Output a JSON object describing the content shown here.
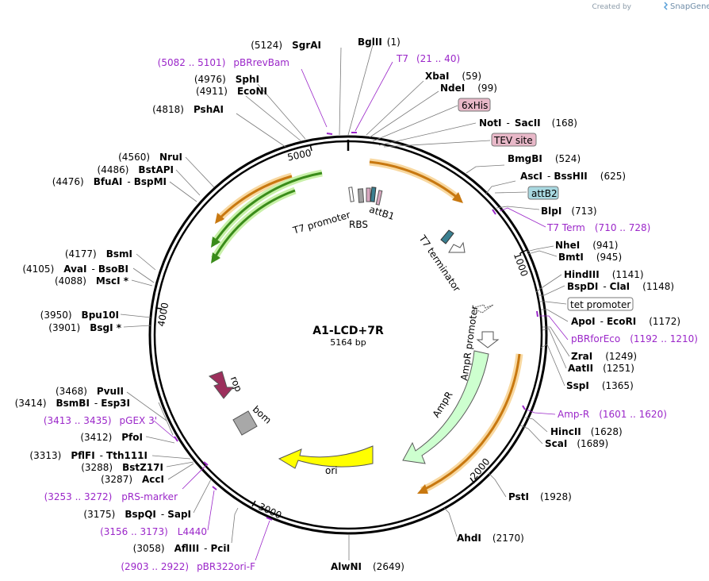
{
  "title": "A1-LCD+7R",
  "subtitle": "5164 bp",
  "brand": {
    "created_by": "Created by",
    "name": "SnapGene"
  },
  "colors": {
    "primer": "#9b27c9",
    "rop": "#9c2f5c",
    "ori": "#ffff00",
    "ampr": "#cdffcf",
    "orange": "#f0a830",
    "green": "#3a8c1a"
  },
  "tick_labels": [
    "1000",
    "2000",
    "3000",
    "4000",
    "5000"
  ],
  "inner_labels": {
    "t7_promoter": "T7 promoter",
    "rbs": "RBS",
    "attb1": "attB1",
    "t7_terminator": "T7 terminator",
    "ampr_promoter": "AmpR promoter",
    "ampr": "AmpR",
    "ori": "ori",
    "rop": "rop",
    "bom": "bom"
  },
  "boxed_features": {
    "his": "6xHis",
    "tev": "TEV site",
    "attb2": "attB2",
    "tet": "tet promoter"
  },
  "sites": [
    {
      "key": "bglII",
      "pos": "(1)",
      "enz1": "BglII"
    },
    {
      "key": "t7",
      "pos": "(21 .. 40)",
      "enz1": "T7",
      "primer": true
    },
    {
      "key": "xbaI",
      "pos": "(59)",
      "enz1": "XbaI"
    },
    {
      "key": "ndeI",
      "pos": "(99)",
      "enz1": "NdeI"
    },
    {
      "key": "notI",
      "pos": "(168)",
      "enz1": "NotI",
      "enz2": "SacII"
    },
    {
      "key": "bmgBI",
      "pos": "(524)",
      "enz1": "BmgBI"
    },
    {
      "key": "ascI",
      "pos": "(625)",
      "enz1": "AscI",
      "enz2": "BssHII"
    },
    {
      "key": "blpI",
      "pos": "(713)",
      "enz1": "BlpI"
    },
    {
      "key": "t7term",
      "pos": "(710 .. 728)",
      "enz1": "T7 Term",
      "primer": true
    },
    {
      "key": "nheI",
      "pos": "(941)",
      "enz1": "NheI"
    },
    {
      "key": "bmtI",
      "pos": "(945)",
      "enz1": "BmtI"
    },
    {
      "key": "hindIII",
      "pos": "(1141)",
      "enz1": "HindIII"
    },
    {
      "key": "bspDI",
      "pos": "(1148)",
      "enz1": "BspDI",
      "enz2": "ClaI"
    },
    {
      "key": "apoI",
      "pos": "(1172)",
      "enz1": "ApoI",
      "enz2": "EcoRI"
    },
    {
      "key": "pbrforeco",
      "pos": "(1192 .. 1210)",
      "enz1": "pBRforEco",
      "primer": true
    },
    {
      "key": "zraI",
      "pos": "(1249)",
      "enz1": "ZraI"
    },
    {
      "key": "aatII",
      "pos": "(1251)",
      "enz1": "AatII"
    },
    {
      "key": "sspI",
      "pos": "(1365)",
      "enz1": "SspI"
    },
    {
      "key": "ampr_p",
      "pos": "(1601 .. 1620)",
      "enz1": "Amp-R",
      "primer": true
    },
    {
      "key": "hincII",
      "pos": "(1628)",
      "enz1": "HincII"
    },
    {
      "key": "scaI",
      "pos": "(1689)",
      "enz1": "ScaI"
    },
    {
      "key": "pstI",
      "pos": "(1928)",
      "enz1": "PstI"
    },
    {
      "key": "ahdI",
      "pos": "(2170)",
      "enz1": "AhdI"
    },
    {
      "key": "alwNI",
      "pos": "(2649)",
      "enz1": "AlwNI"
    },
    {
      "key": "pbr322",
      "pos": "(2903 .. 2922)",
      "enz1": "pBR322ori-F",
      "primer": true
    },
    {
      "key": "aflIII",
      "pos": "(3058)",
      "enz1": "AflIII",
      "enz2": "PciI"
    },
    {
      "key": "l4440",
      "pos": "(3156 .. 3173)",
      "enz1": "L4440",
      "primer": true
    },
    {
      "key": "bspQI",
      "pos": "(3175)",
      "enz1": "BspQI",
      "enz2": "SapI"
    },
    {
      "key": "prs",
      "pos": "(3253 .. 3272)",
      "enz1": "pRS-marker",
      "primer": true
    },
    {
      "key": "accI",
      "pos": "(3287)",
      "enz1": "AccI"
    },
    {
      "key": "bstZ17I",
      "pos": "(3288)",
      "enz1": "BstZ17I"
    },
    {
      "key": "pflFI",
      "pos": "(3313)",
      "enz1": "PflFI",
      "enz2": "Tth111I"
    },
    {
      "key": "pfoI",
      "pos": "(3412)",
      "enz1": "PfoI"
    },
    {
      "key": "pgex",
      "pos": "(3413 .. 3435)",
      "enz1": "pGEX 3'",
      "primer": true
    },
    {
      "key": "bsmBI",
      "pos": "(3414)",
      "enz1": "BsmBI",
      "enz2": "Esp3I"
    },
    {
      "key": "pvuII",
      "pos": "(3468)",
      "enz1": "PvuII"
    },
    {
      "key": "bsgI",
      "pos": "(3901)",
      "enz1": "BsgI *"
    },
    {
      "key": "bpu10I",
      "pos": "(3950)",
      "enz1": "Bpu10I"
    },
    {
      "key": "mscI",
      "pos": "(4088)",
      "enz1": "MscI *"
    },
    {
      "key": "avaI",
      "pos": "(4105)",
      "enz1": "AvaI",
      "enz2": "BsoBI"
    },
    {
      "key": "bsmI",
      "pos": "(4177)",
      "enz1": "BsmI"
    },
    {
      "key": "bfuAI",
      "pos": "(4476)",
      "enz1": "BfuAI",
      "enz2": "BspMI"
    },
    {
      "key": "bstAPI",
      "pos": "(4486)",
      "enz1": "BstAPI"
    },
    {
      "key": "nruI",
      "pos": "(4560)",
      "enz1": "NruI"
    },
    {
      "key": "pshAI",
      "pos": "(4818)",
      "enz1": "PshAI"
    },
    {
      "key": "ecoNI",
      "pos": "(4911)",
      "enz1": "EcoNI"
    },
    {
      "key": "sphI",
      "pos": "(4976)",
      "enz1": "SphI"
    },
    {
      "key": "pbrrev",
      "pos": "(5082 .. 5101)",
      "enz1": "pBRrevBam",
      "primer": true
    },
    {
      "key": "sgrAI",
      "pos": "(5124)",
      "enz1": "SgrAI"
    }
  ]
}
